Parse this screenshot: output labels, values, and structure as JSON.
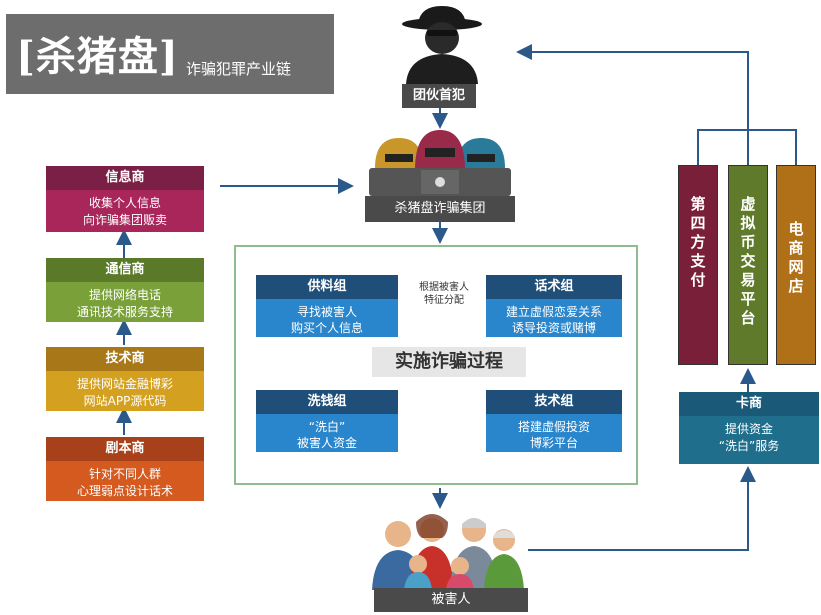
{
  "title": {
    "main": "[杀猪盘]",
    "subtitle": "诈骗犯罪产业链"
  },
  "leader": {
    "label": "团伙首犯"
  },
  "group": {
    "label": "杀猪盘诈骗集团"
  },
  "victims": {
    "label": "被害人"
  },
  "process": {
    "title": "实施诈骗过程",
    "split_note": [
      "根据被害人",
      "特征分配"
    ]
  },
  "left_chain": [
    {
      "head": "信息商",
      "lines": [
        "收集个人信息",
        "向诈骗集团贩卖"
      ],
      "head_color": "#7a1f45",
      "body_color": "#a8265a"
    },
    {
      "head": "通信商",
      "lines": [
        "提供网络电话",
        "通讯技术服务支持"
      ],
      "head_color": "#5a7a2a",
      "body_color": "#7aa03a"
    },
    {
      "head": "技术商",
      "lines": [
        "提供网站金融博彩",
        "网站APP源代码"
      ],
      "head_color": "#a87818",
      "body_color": "#d4a020"
    },
    {
      "head": "剧本商",
      "lines": [
        "针对不同人群",
        "心理弱点设计话术"
      ],
      "head_color": "#a8401a",
      "body_color": "#d45a20"
    }
  ],
  "groups": {
    "supply": {
      "head": "供料组",
      "lines": [
        "寻找被害人",
        "购买个人信息"
      ]
    },
    "script": {
      "head": "话术组",
      "lines": [
        "建立虚假恋爱关系",
        "诱导投资或赌博"
      ]
    },
    "laundry": {
      "head": "洗钱组",
      "lines": [
        "“洗白”",
        "被害人资金"
      ]
    },
    "tech": {
      "head": "技术组",
      "lines": [
        "搭建虚假投资",
        "博彩平台"
      ]
    }
  },
  "right_columns": [
    {
      "label": "第四方支付",
      "color": "#7a1f3a"
    },
    {
      "label": "虚拟币交易平台",
      "color": "#5e7a2a"
    },
    {
      "label": "电商网店",
      "color": "#b07018"
    }
  ],
  "card_dealer": {
    "head": "卡商",
    "lines": [
      "提供资金",
      "“洗白”服务"
    ],
    "head_color": "#1a5a78",
    "body_color": "#1f6e8c"
  },
  "colors": {
    "arrow": "#2b5a8a",
    "frame": "#8fbc8f"
  }
}
